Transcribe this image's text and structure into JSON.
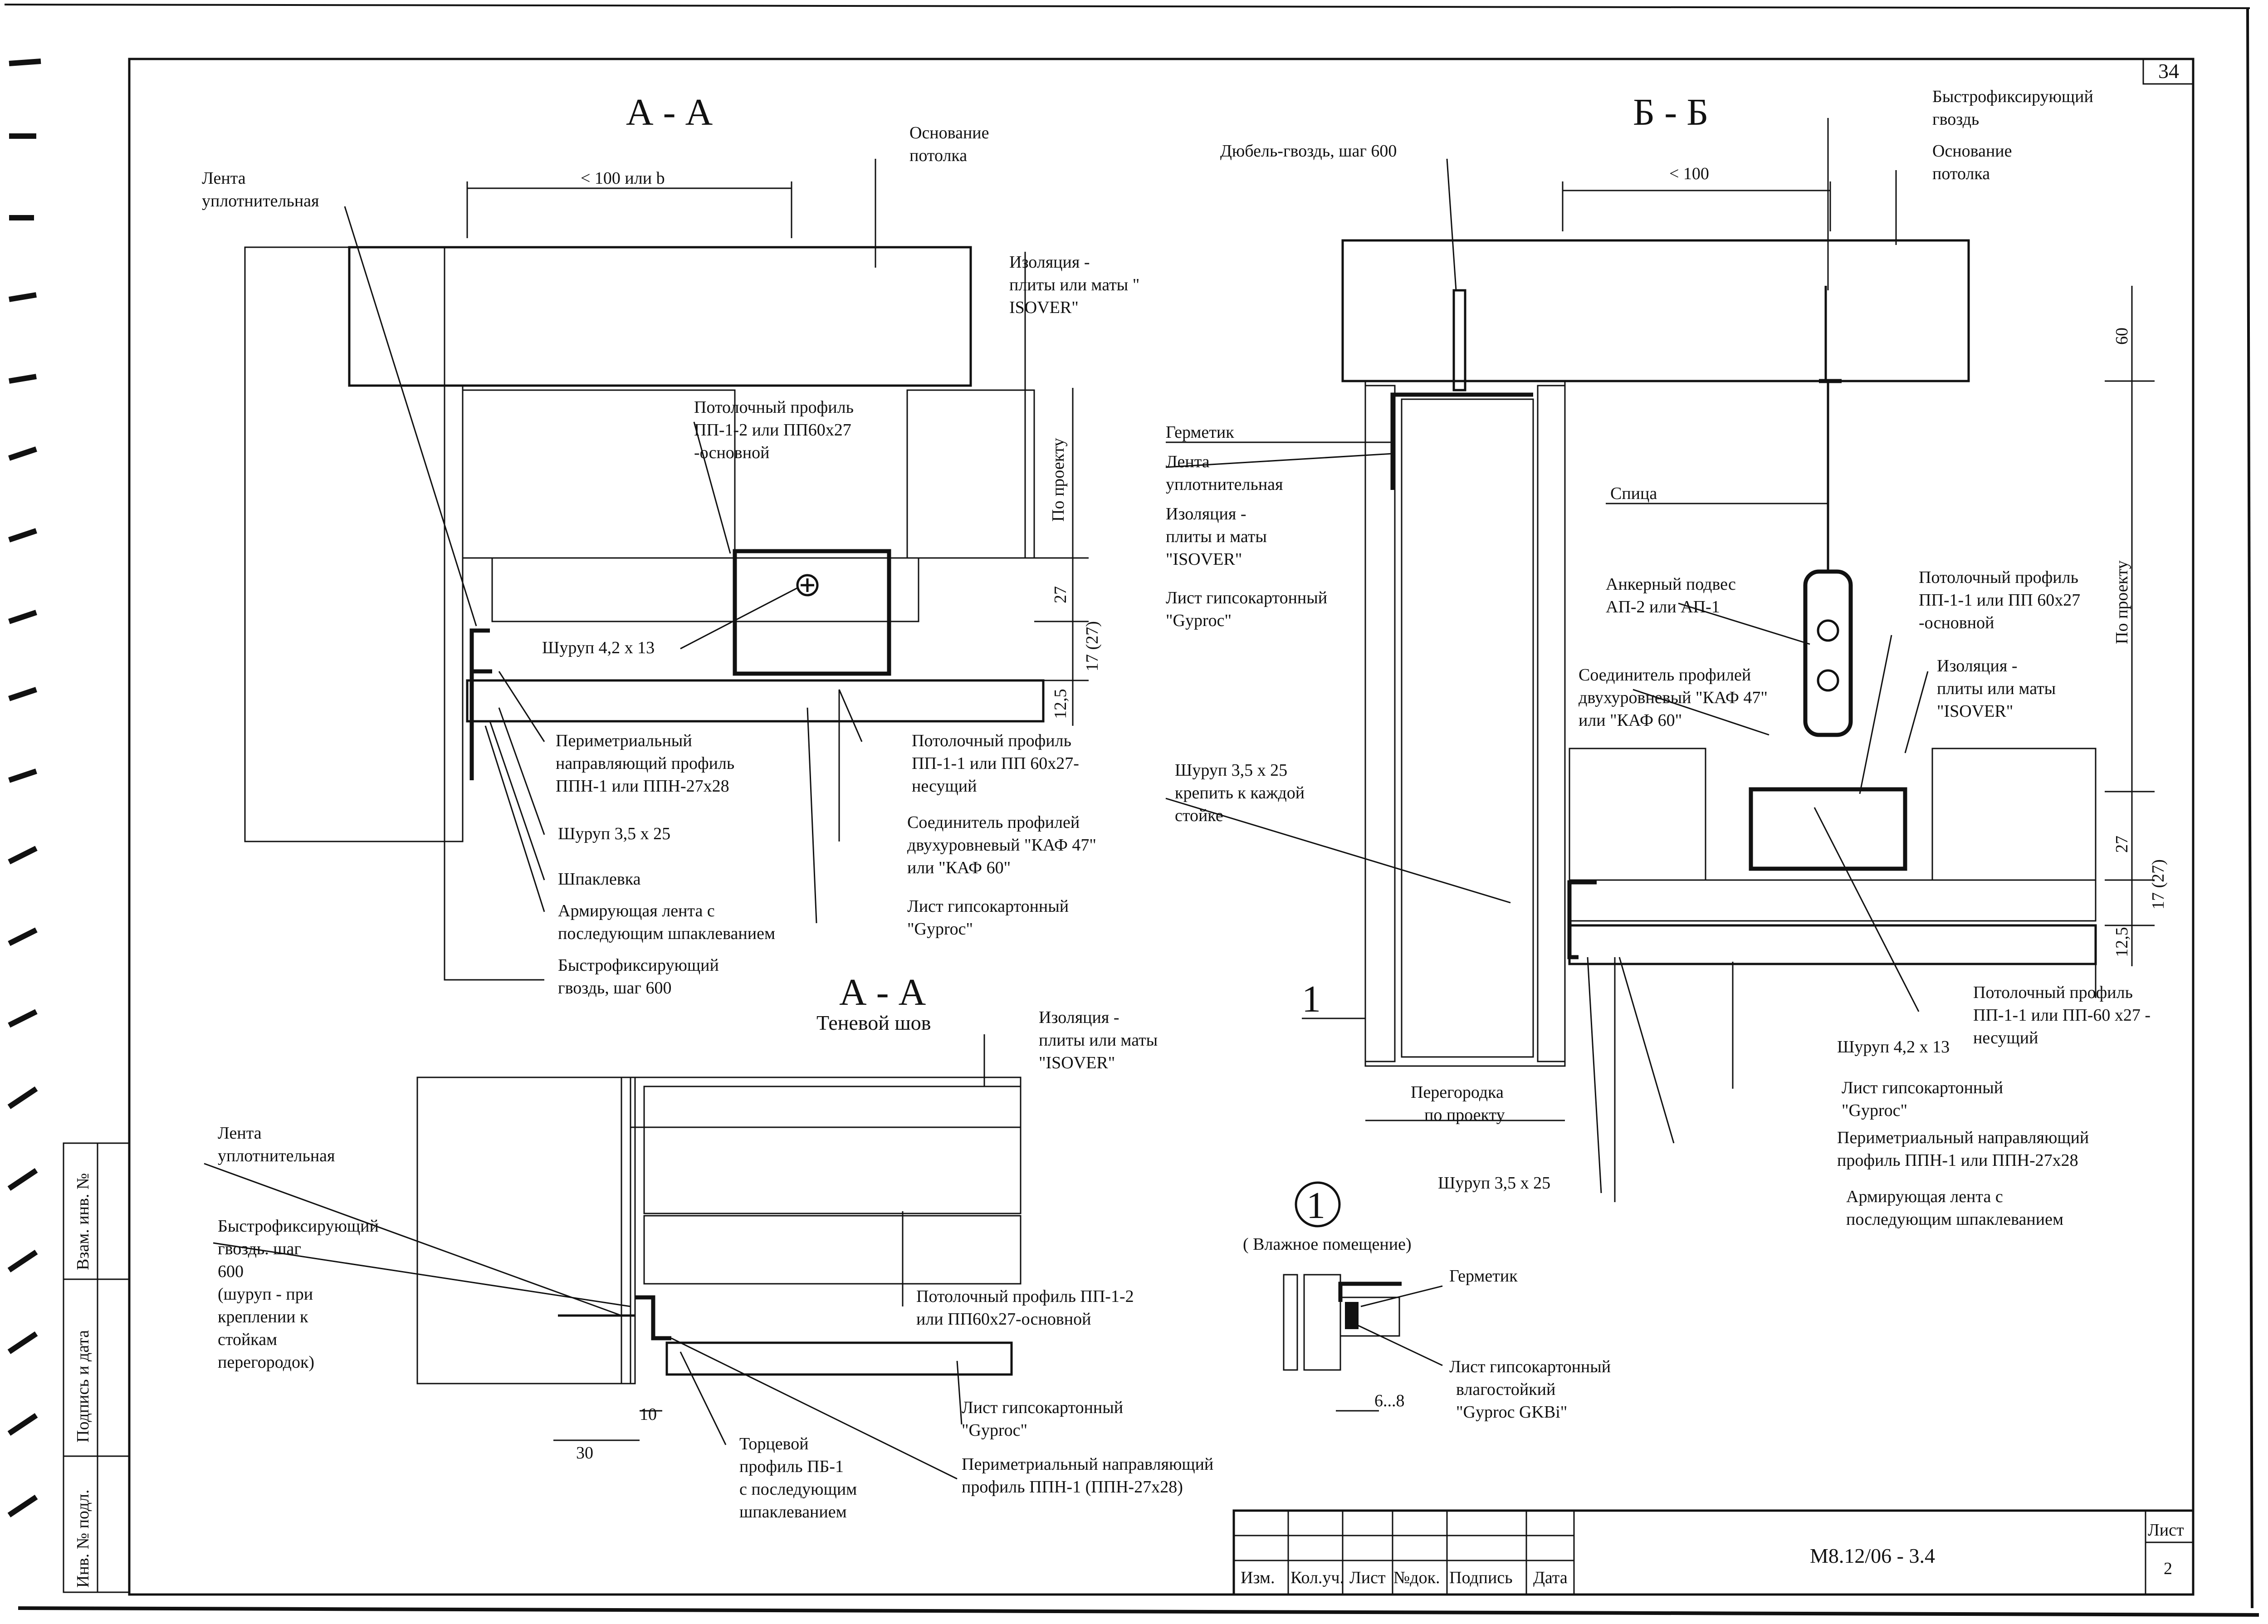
{
  "sheet": {
    "page_number": "34",
    "code": "М8.12/06 - 3.4",
    "sheet_label": "Лист",
    "sheet_no": "2",
    "stamp_cols": [
      "Изм.",
      "Кол.уч.",
      "Лист",
      "№док.",
      "Подпись",
      "Дата"
    ],
    "side_stamp": [
      "Взам. инв. №",
      "Подпись и дата",
      "Инв. № подл."
    ]
  },
  "section_aa": {
    "title": "А - А",
    "dim_top": "< 100 или b",
    "dim_right_1": "По проекту",
    "dim_right_2": "27",
    "dim_right_3": "17 (27)",
    "dim_right_4": "12,5",
    "labels": {
      "tape": [
        "Лента",
        "уплотнительная"
      ],
      "ceiling_base": [
        "Основание",
        "потолка"
      ],
      "insulation": [
        "Изоляция -",
        "плиты или маты \"",
        "ISOVER\""
      ],
      "main_profile": [
        "Потолочный профиль",
        "ПП-1-2 или ПП60х27",
        "-основной"
      ],
      "screw_42": "Шуруп 4,2 х 13",
      "perimeter": [
        "Периметриальный",
        "направляющий профиль",
        "ППН-1 или ППН-27х28"
      ],
      "bearing_profile": [
        "Потолочный профиль",
        "ПП-1-1 или ПП 60х27-",
        "несущий"
      ],
      "screw_35": "Шуруп 3,5 х 25",
      "connector": [
        "Соединитель профилей",
        "двухуровневый \"КАФ 47\"",
        "или \"КАФ 60\""
      ],
      "putty": "Шпаклевка",
      "tape_reinf": [
        "Армирующая лента с",
        "последующим шпаклеванием"
      ],
      "gypsum": [
        "Лист гипсокартонный",
        "\"Gyproc\""
      ],
      "nail": [
        "Быстрофиксирующий",
        "гвоздь, шаг 600"
      ]
    }
  },
  "section_aa_shadow": {
    "title": "А - А",
    "subtitle": "Теневой шов",
    "labels": {
      "tape": [
        "Лента",
        "уплотнительная"
      ],
      "nail": [
        "Быстрофиксирующий",
        "гвоздь. шаг",
        "600",
        "(шуруп  - при",
        "креплении к",
        "стойкам",
        "перегородок)"
      ],
      "insulation": [
        "Изоляция -",
        "плиты или маты",
        "\"ISOVER\""
      ],
      "main_profile": [
        "Потолочный профиль ПП-1-2",
        "или ПП60х27-основной"
      ],
      "gypsum": [
        "Лист гипсокартонный",
        "\"Gyproc\""
      ],
      "end_profile": [
        "Торцевой",
        "профиль ПБ-1",
        "с последующим",
        "шпаклеванием"
      ],
      "perimeter": [
        "Периметриальный направляющий",
        "профиль ППН-1 (ППН-27х28)"
      ],
      "dim_10": "10",
      "dim_30": "30"
    }
  },
  "section_bb": {
    "title": "Б - Б",
    "dim_top": "< 100",
    "dim_60": "60",
    "dim_proj": "По проекту",
    "dim_27": "27",
    "dim_17": "17 (27)",
    "dim_125": "12,5",
    "callout": "1",
    "labels": {
      "dowel": "Дюбель-гвоздь, шаг 600",
      "nail": [
        "Быстрофиксирующий",
        "гвоздь"
      ],
      "ceiling_base": [
        "Основание",
        "потолка"
      ],
      "sealant": "Герметик",
      "tape": [
        "Лента",
        "уплотнительная"
      ],
      "insulation_left": [
        "Изоляция -",
        "плиты и маты",
        "\"ISOVER\""
      ],
      "gypsum_left": [
        "Лист гипсокартонный",
        "\"Gyproc\""
      ],
      "rod": "Спица",
      "hanger": [
        "Анкерный подвес",
        "АП-2 или АП-1"
      ],
      "main_profile": [
        "Потолочный профиль",
        "ПП-1-1 или ПП 60х27",
        "-основной"
      ],
      "connector": [
        "Соединитель профилей",
        "двухуровневый \"КАФ 47\"",
        "или \"КАФ 60\""
      ],
      "insulation_right": [
        "Изоляция -",
        "плиты или маты",
        "\"ISOVER\""
      ],
      "screw_35_left": [
        "Шуруп 3,5 х 25",
        "крепить к каждой",
        "стойке"
      ],
      "bearing_profile": [
        "Потолочный профиль",
        "ПП-1-1 или ПП-60 х27 -",
        "несущий"
      ],
      "screw_42": "Шуруп 4,2 х 13",
      "partition": [
        "Перегородка",
        "по проекту"
      ],
      "gypsum_right": [
        "Лист гипсокартонный",
        "\"Gyproc\""
      ],
      "perimeter": [
        "Периметриальный направляющий",
        "профиль ППН-1 или ППН-27х28"
      ],
      "screw_35": "Шуруп 3,5 х 25",
      "tape_reinf": [
        "Армирующая лента с",
        "последующим шпаклеванием"
      ]
    }
  },
  "detail_1": {
    "number": "1",
    "title": "( Влажное помещение)",
    "sealant": "Герметик",
    "gypsum": [
      "Лист гипсокартонный",
      "влагостойкий",
      "\"Gyproc GKBi\""
    ],
    "dim": "6...8"
  }
}
